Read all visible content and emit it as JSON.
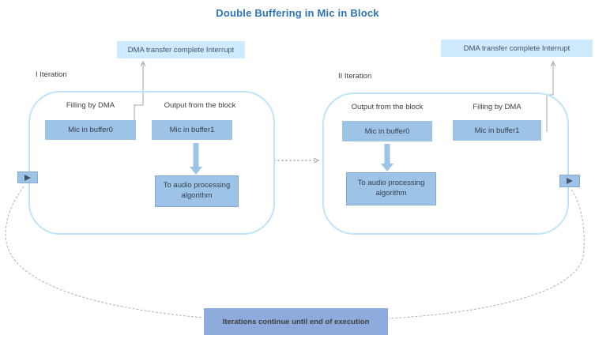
{
  "title": "Double Buffering in Mic in Block",
  "interrupts": [
    "DMA transfer complete Interrupt",
    "DMA transfer complete Interrupt"
  ],
  "iterations": [
    {
      "label": "I Iteration",
      "columns": [
        {
          "header": "Filling by DMA",
          "buffer": "Mic in buffer0"
        },
        {
          "header": "Output from the block",
          "buffer": "Mic in buffer1"
        }
      ],
      "processing": "To audio processing algorithm"
    },
    {
      "label": "II Iteration",
      "columns": [
        {
          "header": "Output from the block",
          "buffer": "Mic in buffer0"
        },
        {
          "header": "Filling by DMA",
          "buffer": "Mic in buffer1"
        }
      ],
      "processing": "To audio processing algorithm"
    }
  ],
  "footer": {
    "label": "Iterations continue until end of execution"
  },
  "colors": {
    "title": "#2e74b5",
    "interrupt_box": "#cfeafd",
    "buffer_box": "#9dc3e6",
    "container_border": "#bfe3f8",
    "footer_box": "#8faadc",
    "arrow_gray": "#a6a6a6",
    "arrow_blue": "#9dc3e6",
    "dashed_curve": "#b3b3b3"
  }
}
